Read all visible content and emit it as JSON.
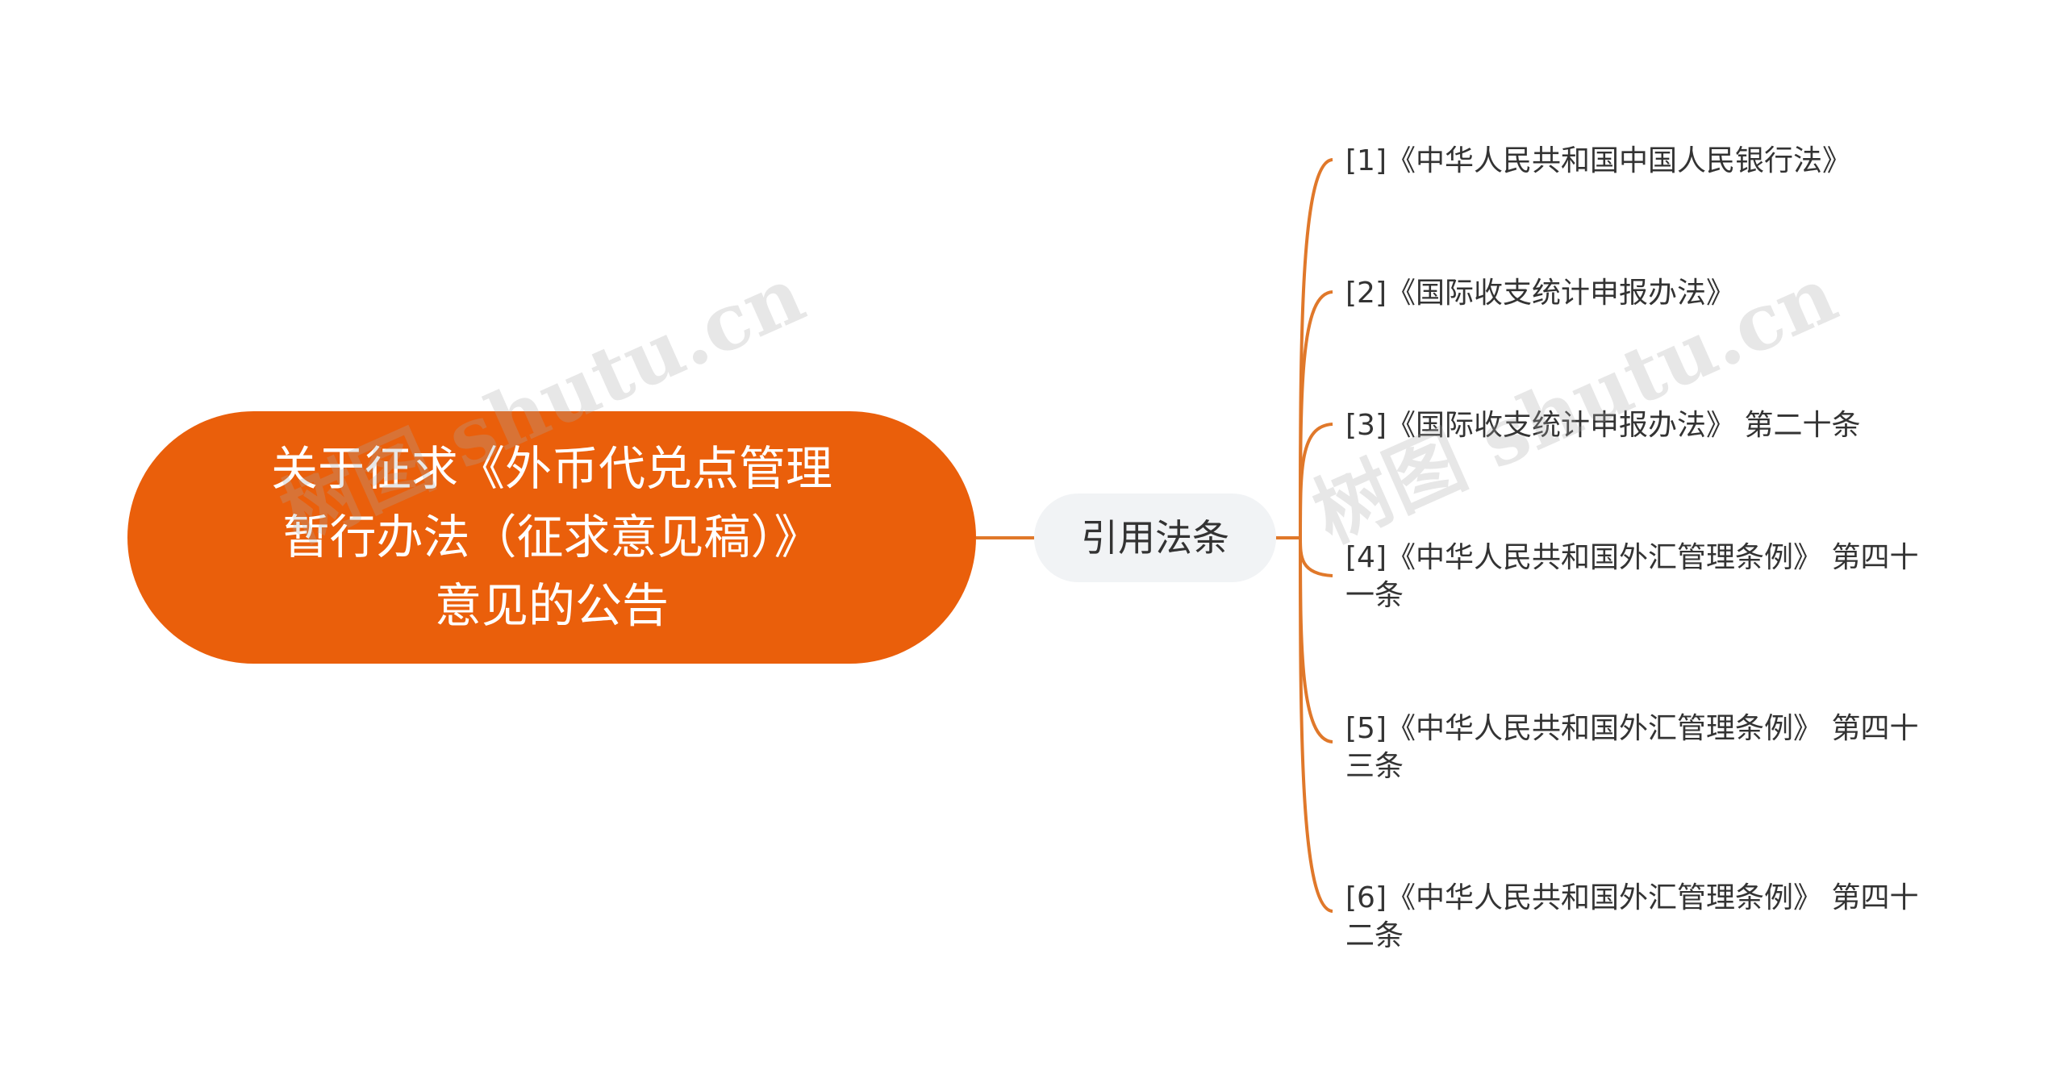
{
  "mindmap": {
    "root": {
      "label": "关于征求《外币代兑点管理暂行办法（征求意见稿）》意见的公告"
    },
    "branch": {
      "label": "引用法条",
      "children": [
        {
          "label": "[1]《中华人民共和国中国人民银行法》"
        },
        {
          "label": "[2]《国际收支统计申报办法》"
        },
        {
          "label": "[3]《国际收支统计申报办法》 第二十条"
        },
        {
          "label": "[4]《中华人民共和国外汇管理条例》 第四十一条"
        },
        {
          "label": "[5]《中华人民共和国外汇管理条例》 第四十三条"
        },
        {
          "label": "[6]《中华人民共和国外汇管理条例》 第四十二条"
        }
      ]
    }
  },
  "watermark": {
    "text": "树图 shutu.cn"
  },
  "colors": {
    "accent": "#ea5f0b",
    "connector": "#e0782a",
    "branch_bg": "#f1f3f5",
    "text": "#333333"
  }
}
